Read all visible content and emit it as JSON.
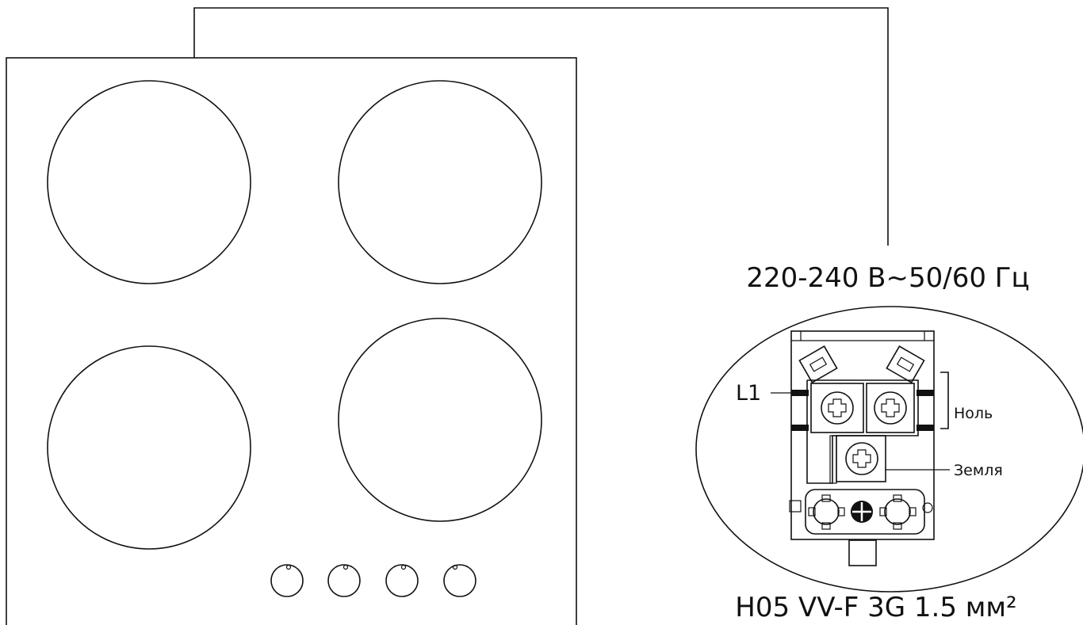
{
  "labels": {
    "voltage": "220-240 В~50/60 Гц",
    "cable": "H05 VV-F 3G 1.5 мм²",
    "l1": "L1",
    "neutral": "Ноль",
    "earth": "Земля"
  }
}
